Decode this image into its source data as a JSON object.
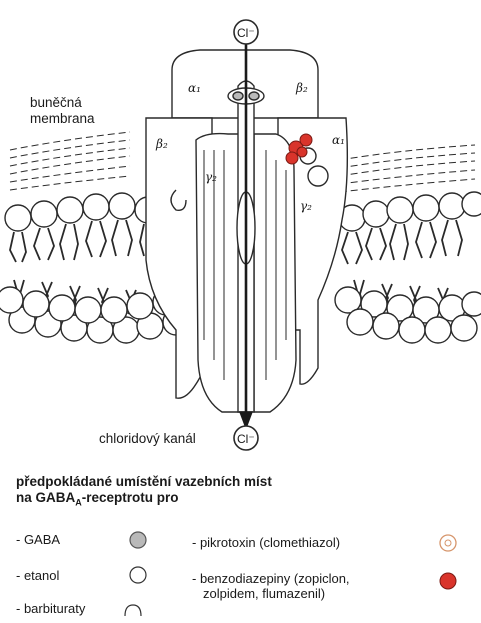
{
  "labels": {
    "cl_top": "Cl⁻",
    "cl_bottom": "Cl⁻",
    "membrane_line1": "buněčná",
    "membrane_line2": "membrana",
    "channel": "chloridový kanál",
    "alpha1_top": "α₁",
    "beta2_top": "β₂",
    "beta2_left": "β₂",
    "gamma2_left": "γ₂",
    "gamma2_right": "γ₂",
    "alpha1_right": "α₁"
  },
  "legend": {
    "title_line1": "předpokládané umístění vazebních míst",
    "title_line2_a": "na GABA",
    "title_line2_sub": "A",
    "title_line2_b": "-receptrotu pro",
    "gaba": "- GABA",
    "etanol": "- etanol",
    "barbituraty": "- barbituraty",
    "pikrotoxin": "- pikrotoxin (clomethiazol)",
    "benzo_line1": "- benzodiazepiny (zopiclon,",
    "benzo_line2": "zolpidem, flumazenil)"
  },
  "colors": {
    "line": "#2a2a2a",
    "gaba_fill": "#b9b9b9",
    "benzo_fill": "#d9342b",
    "pikro_ring": "#d6956b"
  }
}
